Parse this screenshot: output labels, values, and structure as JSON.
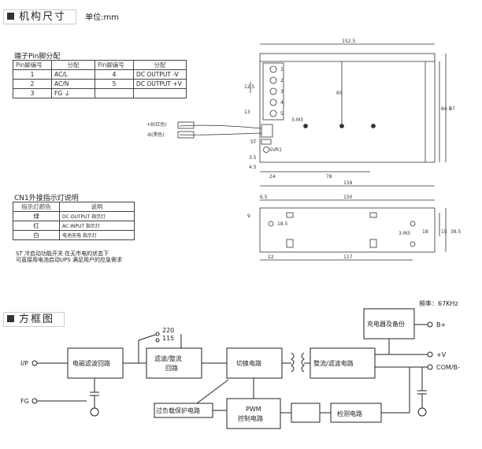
{
  "section1": {
    "title": "机构尺寸",
    "unit": "单位:mm"
  },
  "pin_table": {
    "caption": "端子Pin脚分配",
    "headers": [
      "Pin脚编号",
      "分配",
      "Pin脚编号",
      "分配"
    ],
    "rows": [
      [
        "1",
        "AC/L",
        "4",
        "DC OUTPUT -V"
      ],
      [
        "2",
        "AC/N",
        "5",
        "DC OUTPUT +V"
      ],
      [
        "3",
        "FG ⏚",
        "",
        ""
      ]
    ]
  },
  "led_table": {
    "caption": "CN1外接指示灯说明",
    "headers": [
      "指示灯颜色",
      "说明"
    ],
    "rows": [
      [
        "绿",
        "DC OUTPUT 指示灯"
      ],
      [
        "红",
        "AC INPUT 指示灯"
      ],
      [
        "白",
        "电池充电 指示灯"
      ]
    ]
  },
  "note_lines": [
    "ST 冷启动功能开关 在无市电的状态下",
    "可直接用电池启动UPS 满足用户的应急需求"
  ],
  "drawing": {
    "top_labels": {
      "w_152": "152.5",
      "h_97": "97",
      "h_84": "84.5",
      "h_65": "65",
      "h_12": "12.5",
      "h_13": "13",
      "d_3m": "3-M3",
      "st": "ST",
      "svr": "SVR1",
      "d_24": "24",
      "d_78": "78",
      "d_159": "159",
      "d_45": "4.5",
      "d_35": "3.5",
      "led_r": "+B(红色)",
      "led_b": "-B(黑色)",
      "pins": [
        "1",
        "2",
        "3",
        "4",
        "5"
      ]
    },
    "side_labels": {
      "d_65": "6.5",
      "d_150": "150",
      "d_9": "9",
      "d_18": "18.5",
      "d_3m": "3-M3",
      "d_18b": "18",
      "d_385": "38.5",
      "d_15": "15",
      "d_22": "22",
      "d_117": "117"
    }
  },
  "section2": {
    "title": "方框图"
  },
  "block": {
    "freq": "频率：67KHz",
    "ip": "I/P",
    "fg": "FG",
    "sw_220": "220",
    "sw_115": "115",
    "emi": "电磁滤波回路",
    "rect1": "滤波/整流",
    "rect2": "回路",
    "switch": "切换电路",
    "out_rect": "整流/滤波电路",
    "charger": "充电器及备份",
    "overload": "过负载保护电路",
    "pwm1": "PWM",
    "pwm2": "控制电路",
    "detect": "检测电路",
    "bplus": "B+",
    "vplus": "+V",
    "com": "COM/B-"
  }
}
